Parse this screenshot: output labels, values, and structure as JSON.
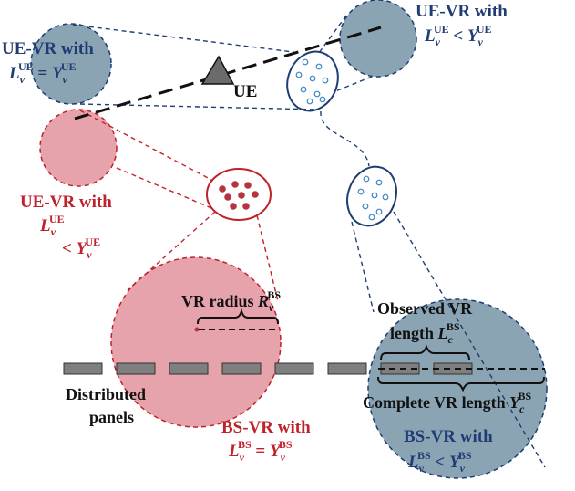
{
  "colors": {
    "blue_fill": "#8aa4b4",
    "blue_line": "#1f3d73",
    "blue_text": "#1f3d73",
    "blue_dot": "#3a86c8",
    "red_fill": "#e6a3ab",
    "red_line": "#c0222a",
    "red_text": "#c0222a",
    "red_dot": "#b5343f",
    "panel": "#7f7f7f",
    "black": "#111111"
  },
  "labels": {
    "ue": "UE",
    "ue_vr_top_left": {
      "line1": "UE-VR with",
      "line2_L": "L",
      "line2_sub": "v",
      "line2_sup": "UE",
      "line2_rel": " = ",
      "line2_Y": "Y",
      "line2_Ysub": "v",
      "line2_Ysup": "UE"
    },
    "ue_vr_top_right": {
      "line1": "UE-VR with",
      "line2_L": "L",
      "line2_sub": "v",
      "line2_sup": "UE",
      "line2_rel": " < ",
      "line2_Y": "Y",
      "line2_Ysub": "v",
      "line2_Ysup": "UE"
    },
    "ue_vr_red": {
      "line1": "UE-VR with",
      "line2_L": "L",
      "line2_sub": "v",
      "line2_sup": "UE",
      "line3_rel": "< ",
      "line3_Y": "Y",
      "line3_Ysub": "v",
      "line3_Ysup": "UE"
    },
    "vr_radius": {
      "text": "VR radius ",
      "R": "R",
      "sub": "v",
      "sup": "BS"
    },
    "observed": {
      "line1": "Observed VR",
      "line2": "length ",
      "L": "L",
      "sub": "c",
      "sup": "BS"
    },
    "complete": {
      "text": "Complete VR length ",
      "Y": "Y",
      "sub": "c",
      "sup": "BS"
    },
    "distributed": {
      "line1": "Distributed",
      "line2": "panels"
    },
    "bs_vr_red": {
      "line1": "BS-VR with",
      "L": "L",
      "sub": "v",
      "sup": "BS",
      "rel": " = ",
      "Y": "Y",
      "Ysub": "v",
      "Ysup": "BS"
    },
    "bs_vr_blue": {
      "line1": "BS-VR with",
      "L": "L",
      "sub": "v",
      "sup": "BS",
      "rel": " < ",
      "Y": "Y",
      "Ysub": "v",
      "Ysup": "BS"
    }
  },
  "icons": {
    "ue_marker": "triangle-icon",
    "user_cluster": "dot-cluster-icon"
  }
}
